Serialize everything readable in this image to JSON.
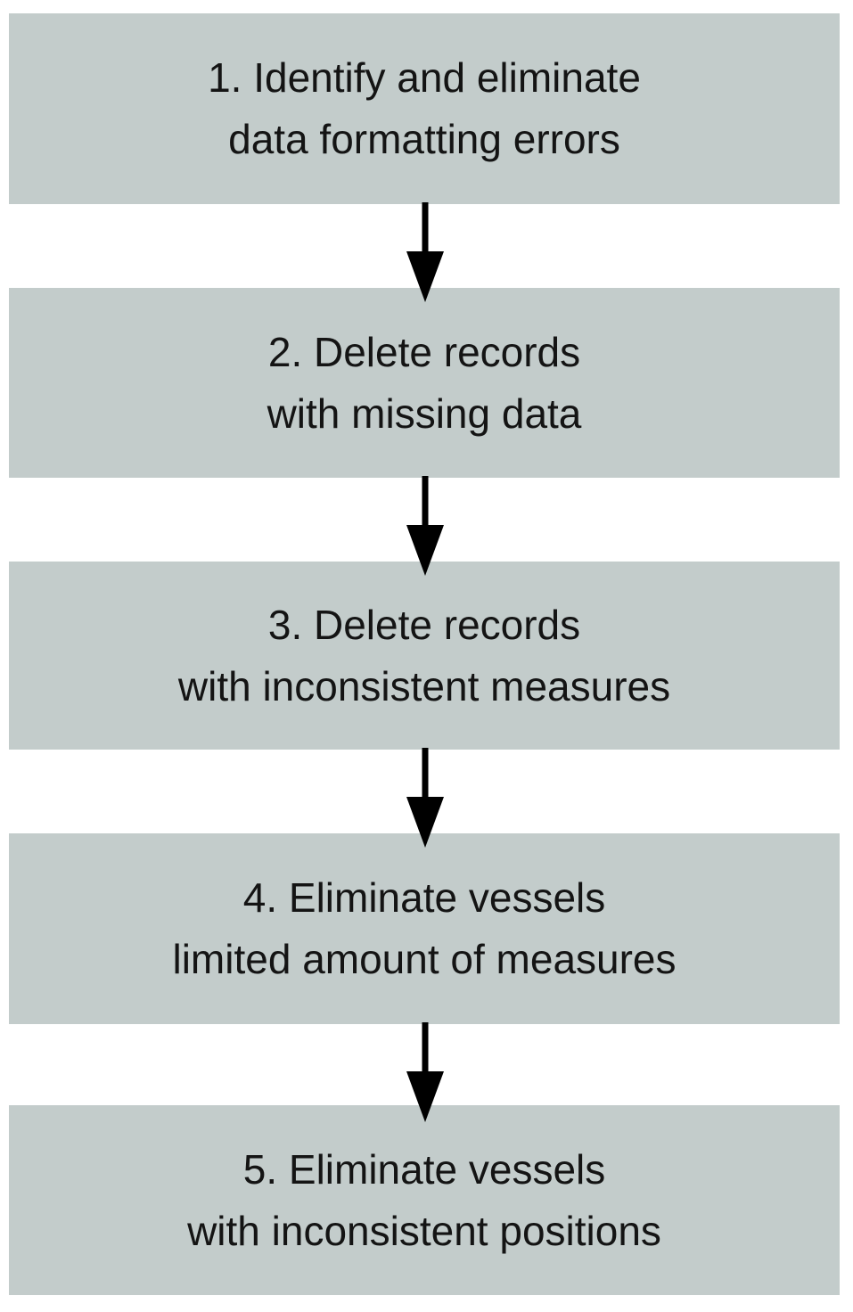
{
  "diagram": {
    "type": "flowchart",
    "direction": "top-down",
    "colors": {
      "box_fill": "#c3cccb",
      "text": "#141414",
      "arrow": "#000000",
      "background": "#ffffff"
    },
    "steps": [
      {
        "id": 1,
        "line1": "1. Identify and eliminate",
        "line2": "data formatting errors"
      },
      {
        "id": 2,
        "line1": "2. Delete records",
        "line2": "with missing data"
      },
      {
        "id": 3,
        "line1": "3. Delete records",
        "line2": "with inconsistent measures"
      },
      {
        "id": 4,
        "line1": "4. Eliminate vessels",
        "line2": "limited amount of measures"
      },
      {
        "id": 5,
        "line1": "5. Eliminate vessels",
        "line2": "with inconsistent positions"
      }
    ],
    "connections": [
      {
        "from": 1,
        "to": 2
      },
      {
        "from": 2,
        "to": 3
      },
      {
        "from": 3,
        "to": 4
      },
      {
        "from": 4,
        "to": 5
      }
    ]
  }
}
